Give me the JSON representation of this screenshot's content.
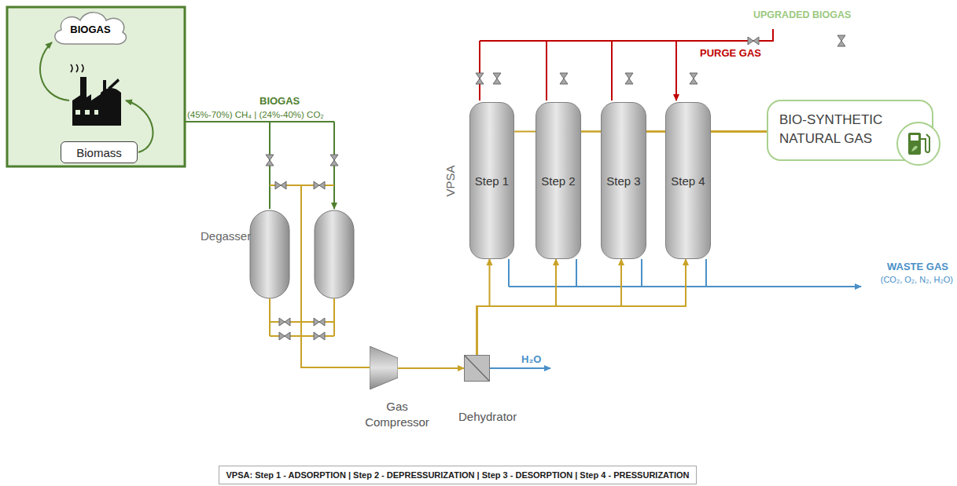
{
  "diagram": {
    "nodes": [
      {
        "text": [
          "BIOGAS"
        ]
      },
      {
        "text": [
          "Biomass"
        ]
      },
      {
        "text": [
          "Gas Compressor"
        ]
      },
      {
        "text": [
          "Dehydrator"
        ]
      },
      {
        "text": [
          "Step 1"
        ]
      },
      {
        "text": [
          "Step 2"
        ]
      },
      {
        "text": [
          "Step 3"
        ]
      },
      {
        "text": [
          "Step 4"
        ]
      },
      {
        "text": [
          "BIO-SYNTHETIC NATURAL GAS"
        ]
      },
      {
        "text": [
          "VPSA: Step 1 - ADSORPTION | Step 2 - DEPRESSURIZATION | Step 3 - DESORPTION | Step 4 - PRESSURIZATION"
        ]
      }
    ],
    "edges": [
      {
        "from": 2,
        "to": 3,
        "arrow": "to"
      },
      {
        "from": 3,
        "to": 4,
        "arrow": "to"
      },
      {
        "from": 3,
        "to": 5,
        "arrow": "to"
      },
      {
        "from": 3,
        "to": 6,
        "arrow": "to"
      },
      {
        "from": 3,
        "to": 7,
        "arrow": "to"
      },
      {
        "from": 4,
        "to": 8,
        "arrow": "none"
      },
      {
        "from": 5,
        "to": 8,
        "arrow": "none"
      },
      {
        "from": 6,
        "to": 8,
        "arrow": "none"
      },
      {
        "from": 7,
        "to": 8,
        "arrow": "none"
      }
    ],
    "labels": [
      "BIOGAS",
      "(45%-70%) CH₄ | (24%-40%) CO₂",
      "Degasser",
      "H₂O",
      "VPSA",
      "UPGRADED BIOGAS",
      "PURGE GAS",
      "WASTE GAS",
      "(CO₂, O₂, N₂, H₂O)"
    ]
  }
}
